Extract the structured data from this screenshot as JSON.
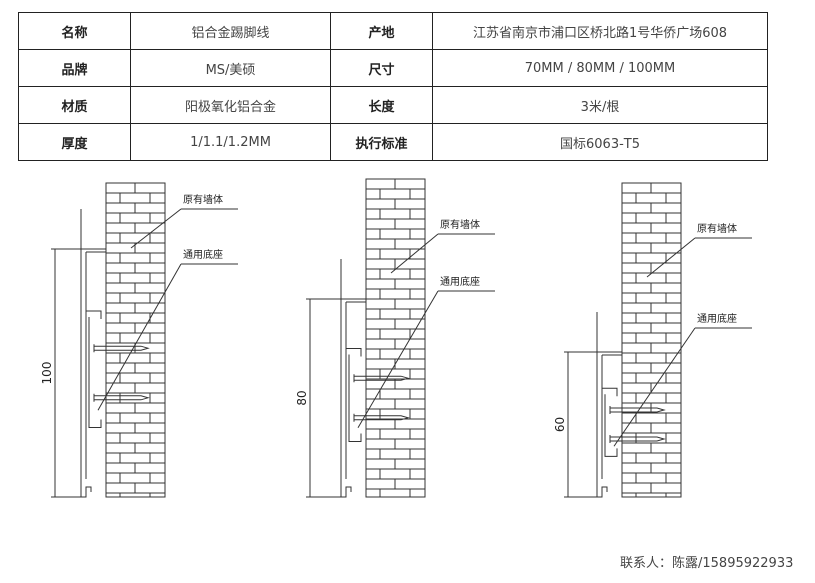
{
  "spec_table": [
    {
      "k1": "名称",
      "v1": "铝合金踢脚线",
      "k2": "产地",
      "v2": "江苏省南京市浦口区桥北路1号华侨广场608"
    },
    {
      "k1": "品牌",
      "v1": "MS/美硕",
      "k2": "尺寸",
      "v2": "70MM / 80MM / 100MM"
    },
    {
      "k1": "材质",
      "v1": "阳极氧化铝合金",
      "k2": "长度",
      "v2": "3米/根"
    },
    {
      "k1": "厚度",
      "v1": "1/1.1/1.2MM",
      "k2": "执行标准",
      "v2": "国标6063-T5"
    }
  ],
  "drawings": [
    {
      "height_label": "100",
      "wall_label": "原有墙体",
      "base_label": "通用底座"
    },
    {
      "height_label": "80",
      "wall_label": "原有墙体",
      "base_label": "通用底座"
    },
    {
      "height_label": "60",
      "wall_label": "原有墙体",
      "base_label": "通用底座"
    }
  ],
  "contact": "联系人：陈露/15895922933"
}
